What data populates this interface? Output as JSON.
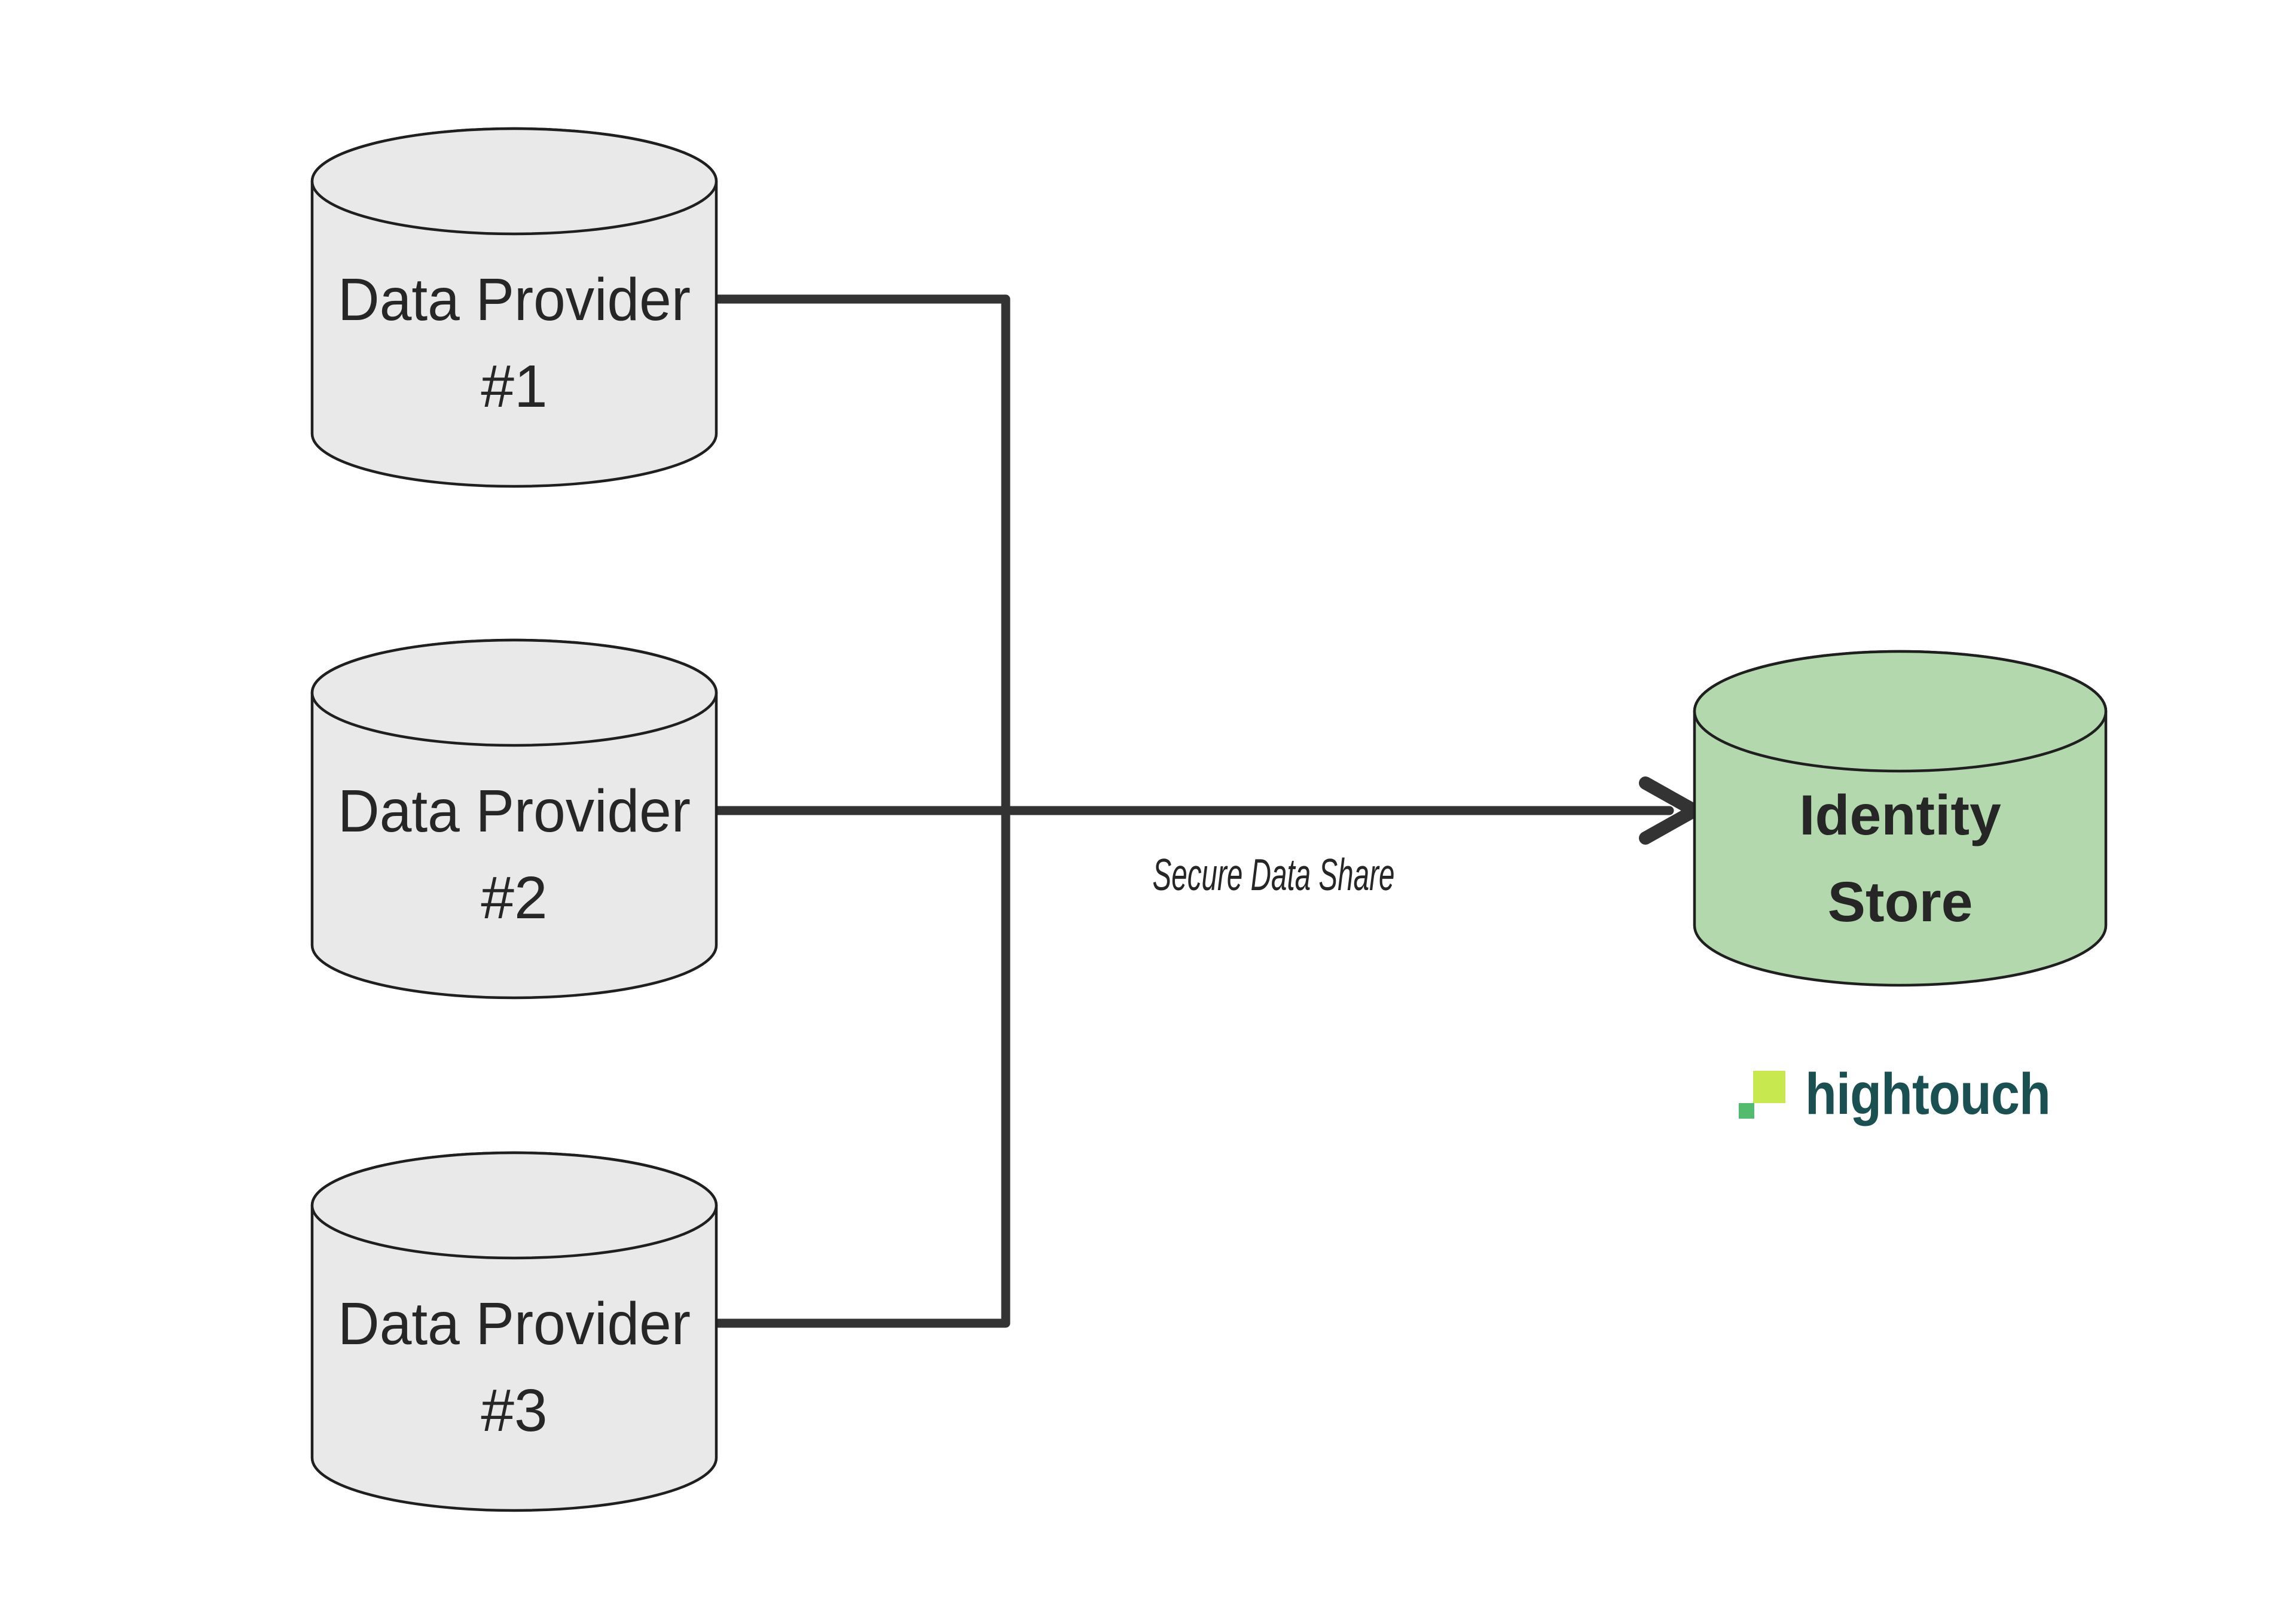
{
  "diagram": {
    "providers": [
      {
        "line1": "Data Provider",
        "line2": "#1"
      },
      {
        "line1": "Data Provider",
        "line2": "#2"
      },
      {
        "line1": "Data Provider",
        "line2": "#3"
      }
    ],
    "identity_store": {
      "line1": "Identity",
      "line2": "Store"
    },
    "connector_label": "Secure Data Share",
    "logo": {
      "text": "hightouch"
    },
    "colors": {
      "provider_fill": "#e9e9e9",
      "identity_fill": "#b4d8ae",
      "outline": "#1f1f1f",
      "connector": "#333333",
      "text": "#262626",
      "logo_lime": "#c7e84f",
      "logo_green": "#52bb6d",
      "logo_text": "#1b5052"
    }
  }
}
